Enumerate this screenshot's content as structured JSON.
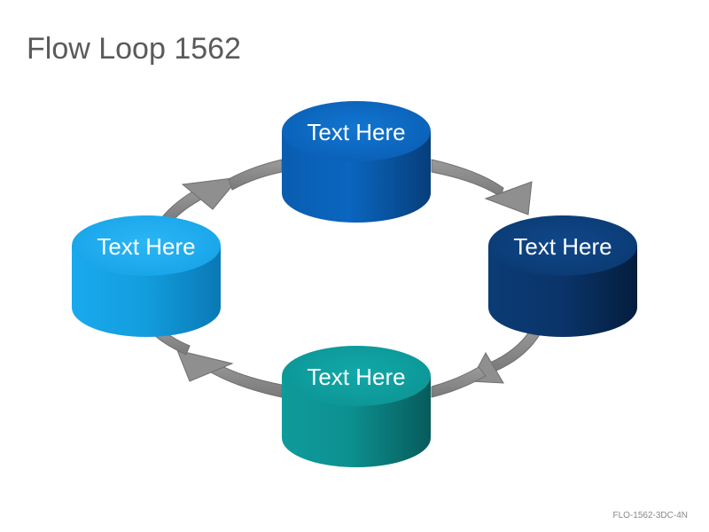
{
  "page": {
    "title": "Flow Loop 1562",
    "code": "FLO-1562-3DC-4N"
  },
  "diagram": {
    "type": "cycle",
    "direction": "clockwise",
    "nodes": [
      {
        "id": "top",
        "label": "Text Here",
        "color": "#0a66b8"
      },
      {
        "id": "right",
        "label": "Text Here",
        "color": "#0a3a72"
      },
      {
        "id": "bottom",
        "label": "Text Here",
        "color": "#0f9a9a"
      },
      {
        "id": "left",
        "label": "Text Here",
        "color": "#1aa3e6"
      }
    ],
    "arrow_color": "#8a8a8a"
  }
}
